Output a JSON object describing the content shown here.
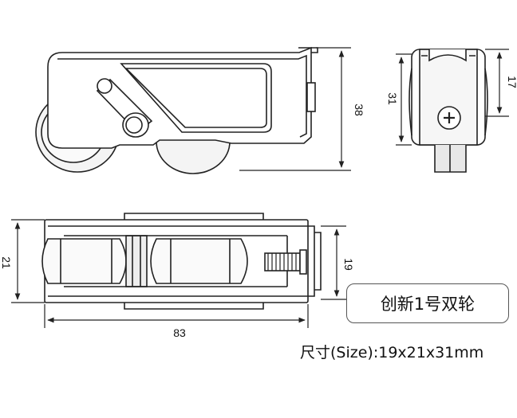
{
  "dimensions": {
    "side_height": "38",
    "front_width": "31",
    "front_slot": "17",
    "top_height": "21",
    "top_length": "83",
    "top_body": "19"
  },
  "label": "创新1号双轮",
  "size_caption": "尺寸(Size):19x21x31mm",
  "colors": {
    "line": "#222222",
    "fill_light": "#f2f2f2",
    "fill_dark": "#dcdcdc"
  }
}
